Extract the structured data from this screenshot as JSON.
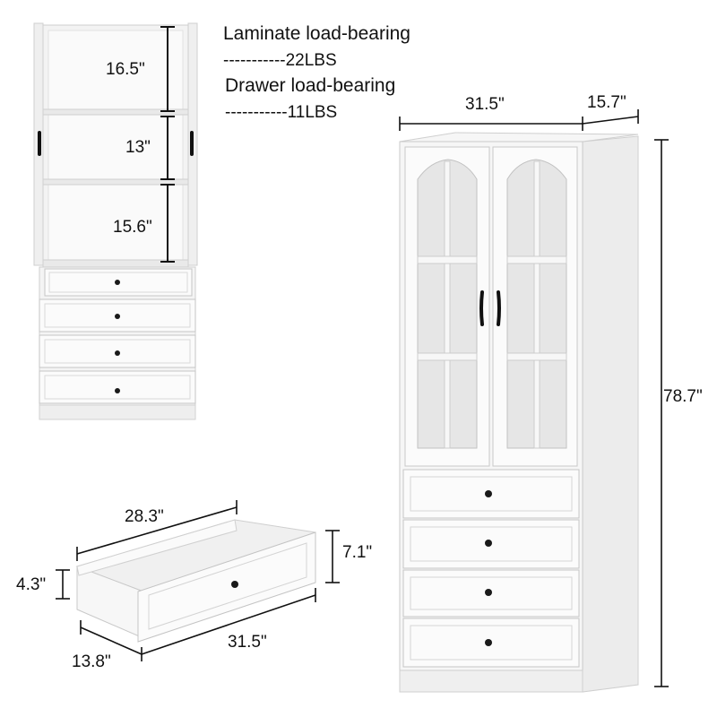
{
  "notes": {
    "laminate_title": "Laminate load-bearing",
    "laminate_value": "-----------22LBS",
    "drawer_title": "Drawer load-bearing",
    "drawer_value": "-----------11LBS"
  },
  "interior": {
    "shelf_top": "16.5\"",
    "shelf_middle": "13\"",
    "shelf_bottom": "15.6\""
  },
  "cabinet": {
    "width": "31.5\"",
    "depth": "15.7\"",
    "height": "78.7\""
  },
  "drawer": {
    "inner_width": "28.3\"",
    "outer_height": "7.1\"",
    "inner_height": "4.3\"",
    "depth": "13.8\"",
    "front_width": "31.5\""
  },
  "colors": {
    "cabinet_white": "#f6f6f6",
    "outline": "#c9c9c9",
    "dimension_line": "#111111",
    "knob": "#1a1a1a"
  }
}
